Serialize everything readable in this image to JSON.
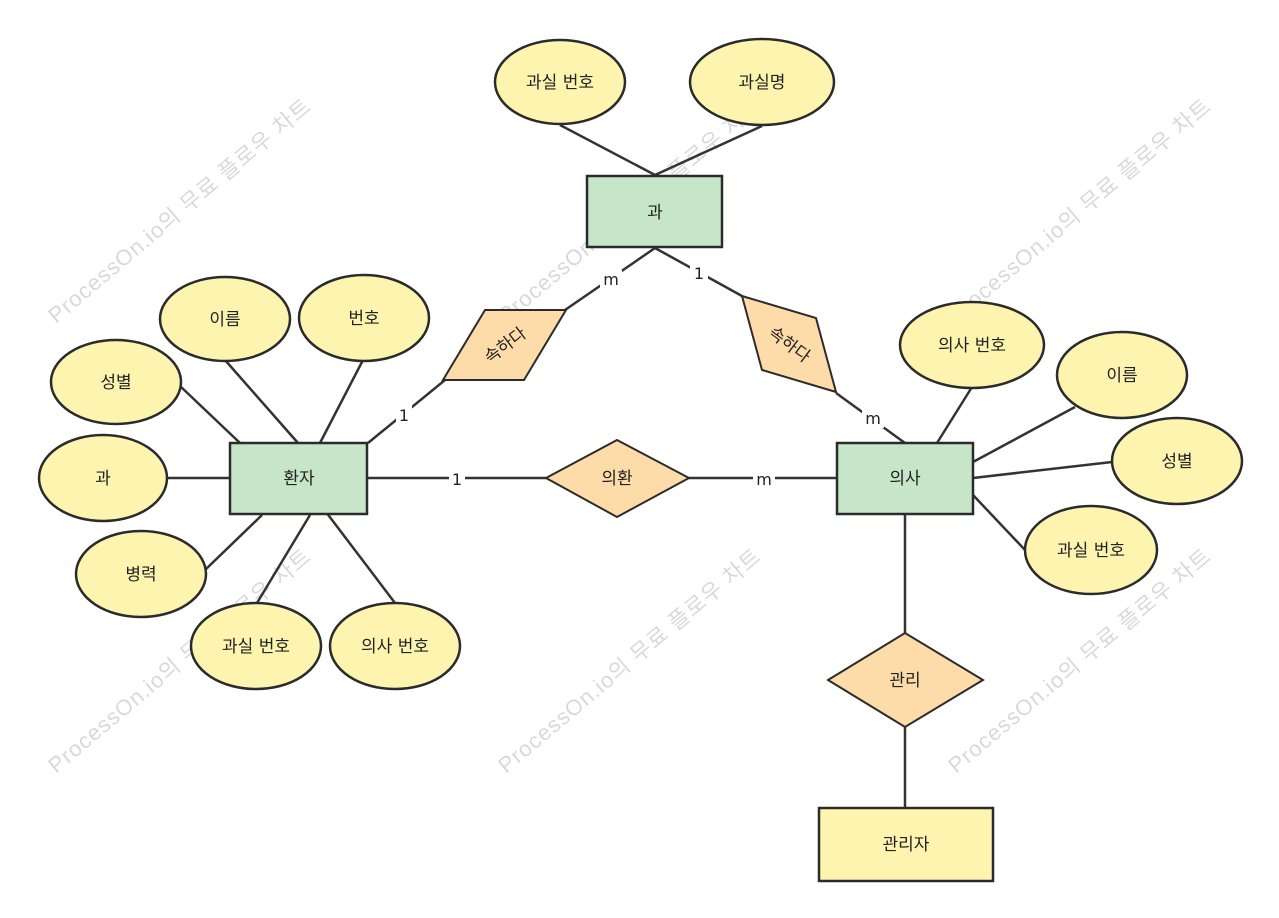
{
  "watermark": "ProcessOn.io의 무료 플로우 차트",
  "entities": {
    "department": "과",
    "patient": "환자",
    "doctor": "의사",
    "admin": "관리자"
  },
  "relationships": {
    "patient_dept": "속하다",
    "doctor_dept": "속하다",
    "consult": "의환",
    "manage": "관리"
  },
  "department_attrs": {
    "dept_no": "과실 번호",
    "dept_name": "과실명"
  },
  "patient_attrs": {
    "name": "이름",
    "number": "번호",
    "gender": "성별",
    "dept": "과",
    "history": "병력",
    "dept_no": "과실 번호",
    "doctor_no": "의사 번호"
  },
  "doctor_attrs": {
    "doctor_no": "의사 번호",
    "name": "이름",
    "gender": "성별",
    "dept_no": "과실 번호"
  },
  "cardinalities": {
    "dept_patient_side": "m",
    "dept_doctor_side": "1",
    "patient_belongs": "1",
    "doctor_belongs": "m",
    "patient_consult": "1",
    "doctor_consult": "m"
  }
}
